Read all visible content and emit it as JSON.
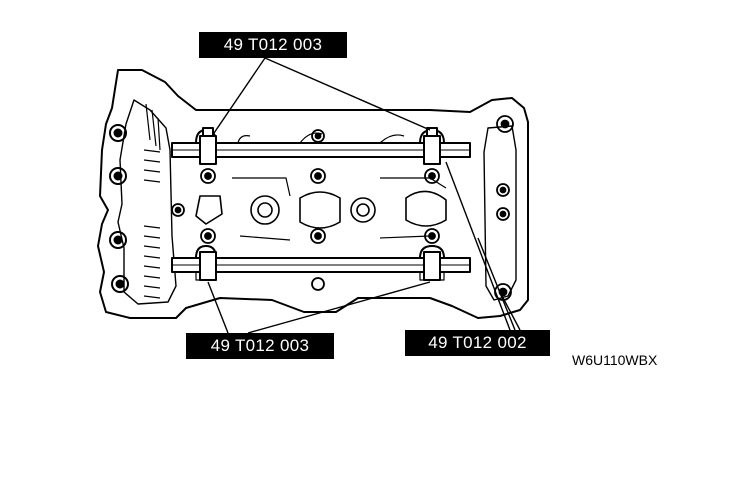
{
  "callouts": {
    "top_camshaft_tool": "49 T012 003",
    "bottom_camshaft_tool": "49 T012 003",
    "right_side_tool": "49 T012 002"
  },
  "figure_code": "W6U110WBX",
  "colors": {
    "ink": "#000000",
    "paper": "#ffffff",
    "label_bg": "#000000",
    "label_text": "#ffffff"
  }
}
